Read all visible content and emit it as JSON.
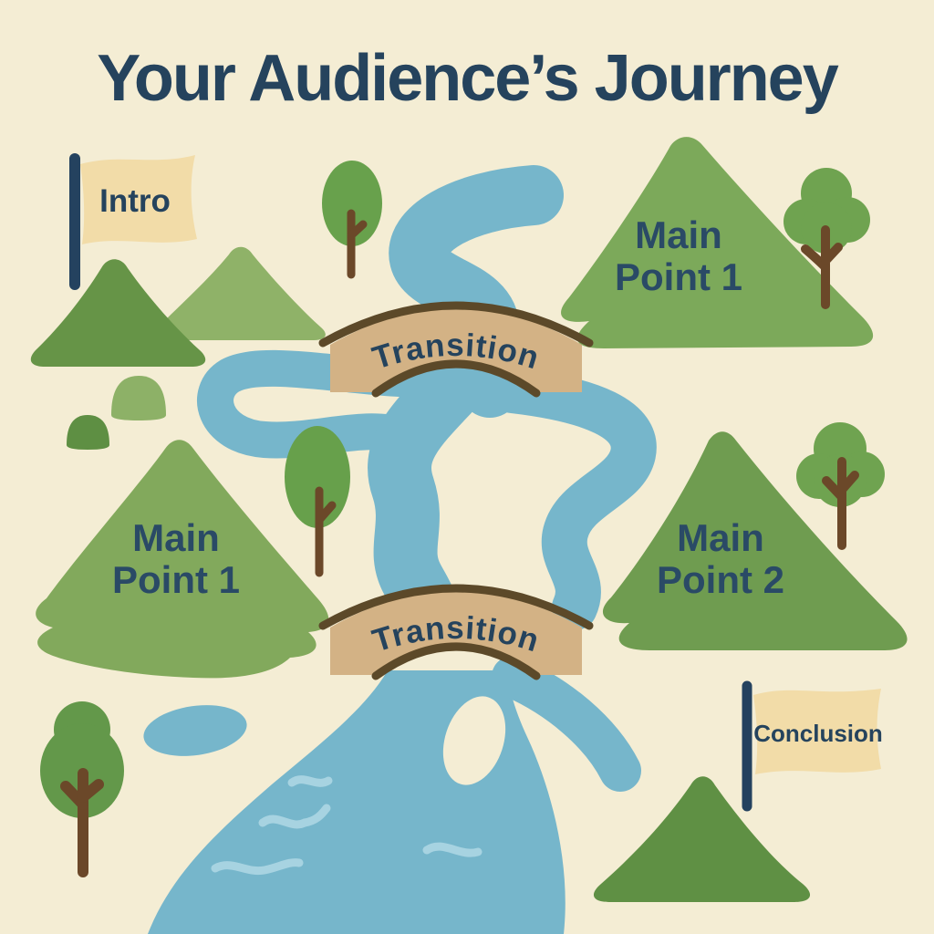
{
  "title": "Your Audience’s Journey",
  "flags": {
    "intro": {
      "label": "Intro"
    },
    "conclusion": {
      "label": "Conclusion"
    }
  },
  "bridges": {
    "first": {
      "label": "Transition"
    },
    "second": {
      "label": "Transition"
    }
  },
  "mountains": {
    "top_right": {
      "line1": "Main",
      "line2": "Point 1"
    },
    "left": {
      "line1": "Main",
      "line2": "Point 1"
    },
    "right": {
      "line1": "Main",
      "line2": "Point 2"
    }
  },
  "palette": {
    "background": "#f4edd4",
    "text_navy": "#25435d",
    "river": "#76b6cb",
    "ripple": "#a7d3e1",
    "bridge_tan": "#d3b285",
    "bridge_outline": "#5c4929",
    "flag_cream": "#f2dca8",
    "flag_pole_navy": "#24425f",
    "trunk_brown": "#6b4829",
    "greens": {
      "intro_hill_front": "#669447",
      "intro_hill_back": "#8fb268",
      "mountain_top_right": "#7ca95a",
      "mountain_left": "#82a95c",
      "mountain_right": "#6f9c50",
      "conclusion_hill": "#5f9044",
      "bush_light": "#8db167",
      "bush_dark": "#5e8f43",
      "tree_canopy": "#68a14c"
    }
  }
}
